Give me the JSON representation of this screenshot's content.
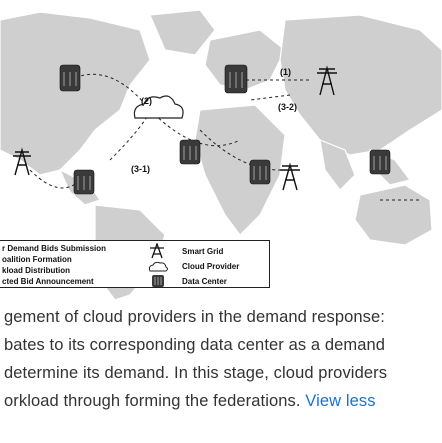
{
  "diagram": {
    "step_labels": [
      "(1)",
      "(2)",
      "(3-1)",
      "(3-2)"
    ],
    "legend": {
      "left_items": [
        "r Demand Bids Submission",
        "oalition Formation",
        "kload Distribution",
        "cted Bid Announcement"
      ],
      "right_items": [
        {
          "icon": "pylon-icon",
          "label": "Smart Grid"
        },
        {
          "icon": "cloud-icon",
          "label": "Cloud Provider"
        },
        {
          "icon": "datacenter-icon",
          "label": "Data Center"
        }
      ]
    }
  },
  "caption": {
    "lines": [
      "gement of cloud providers in the demand response:",
      "bates to its corresponding data center as a demand",
      "determine its demand. In this stage, cloud providers",
      "orkload through forming the federations."
    ],
    "view_less": "View less"
  }
}
